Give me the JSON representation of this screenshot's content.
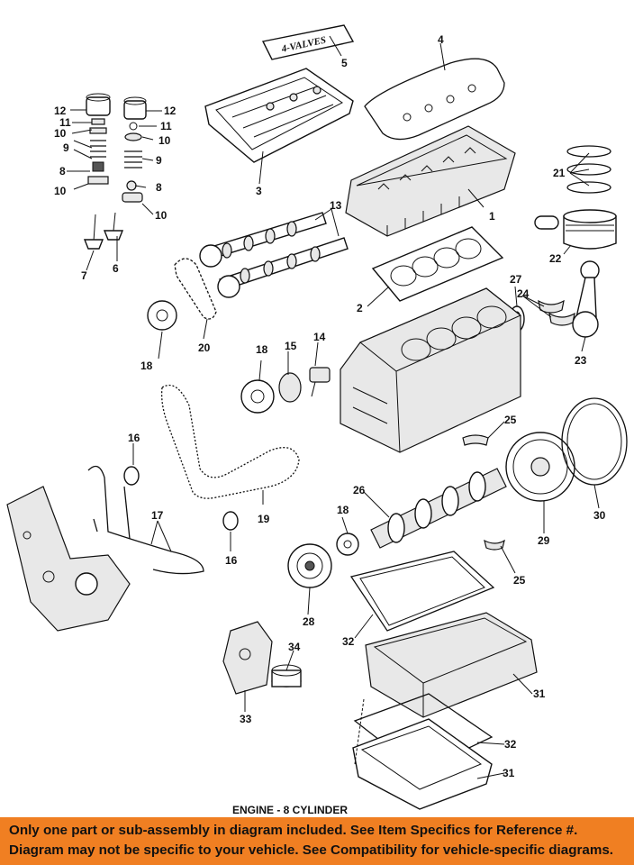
{
  "diagram": {
    "caption": "ENGINE - 8 CYLINDER",
    "valve_cover_text": "4-VALVES",
    "callouts": [
      "1",
      "2",
      "3",
      "4",
      "5",
      "6",
      "7",
      "8",
      "9",
      "10",
      "11",
      "12",
      "13",
      "14",
      "15",
      "16",
      "17",
      "18",
      "19",
      "20",
      "21",
      "22",
      "23",
      "24",
      "25",
      "26",
      "27",
      "28",
      "29",
      "30",
      "31",
      "32",
      "33",
      "34"
    ]
  },
  "footer": {
    "line1": "Only one part or sub-assembly in diagram included. See Item Specifics for Reference #.",
    "line2": "Diagram may not be specific to your vehicle. See Compatibility for vehicle-specific diagrams."
  },
  "colors": {
    "banner": "#f07f22",
    "ink": "#111111",
    "background": "#ffffff"
  }
}
